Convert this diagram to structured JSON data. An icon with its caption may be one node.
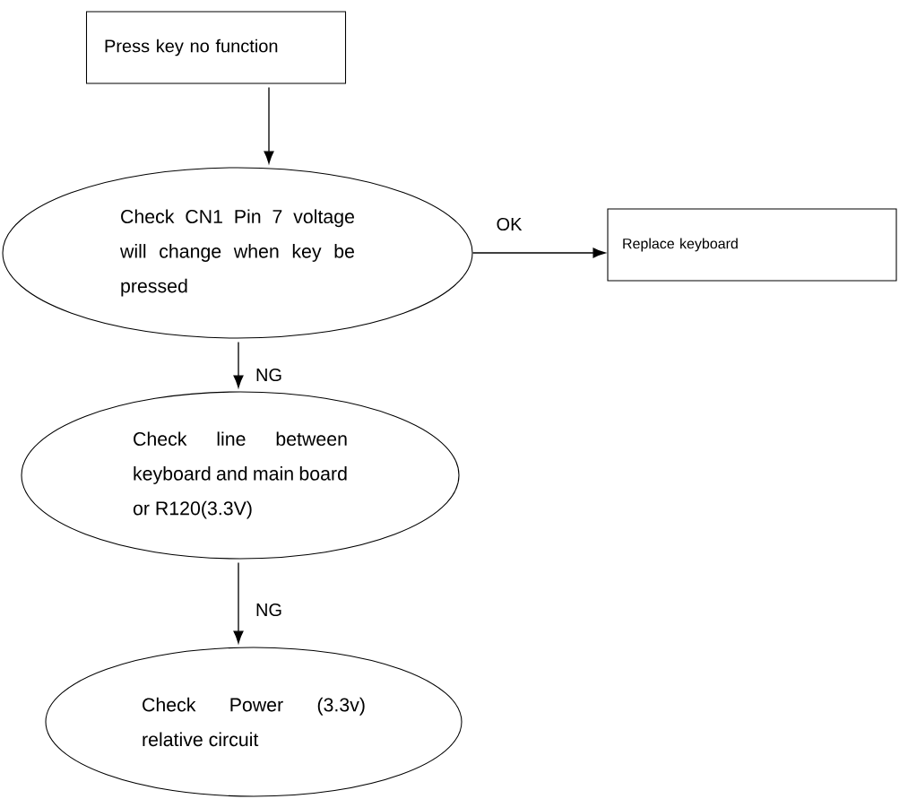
{
  "diagram": {
    "nodes": [
      {
        "text": [
          "Press key no function"
        ]
      },
      {
        "text": [
          "Check CN1 Pin 7 voltage will change when key be pressed"
        ]
      },
      {
        "text": [
          "Replace keyboard"
        ]
      },
      {
        "text": [
          "Check line between keyboard and main board or R120(3.3V)"
        ]
      },
      {
        "text": [
          "Check Power (3.3v) relative circuit"
        ]
      }
    ],
    "edges": [
      {
        "from": 0,
        "to": 1,
        "arrow": "to"
      },
      {
        "from": 1,
        "to": 2,
        "arrow": "to",
        "label": "OK"
      },
      {
        "from": 1,
        "to": 3,
        "arrow": "to",
        "label": "NG"
      },
      {
        "from": 3,
        "to": 4,
        "arrow": "to",
        "label": "NG"
      }
    ]
  }
}
